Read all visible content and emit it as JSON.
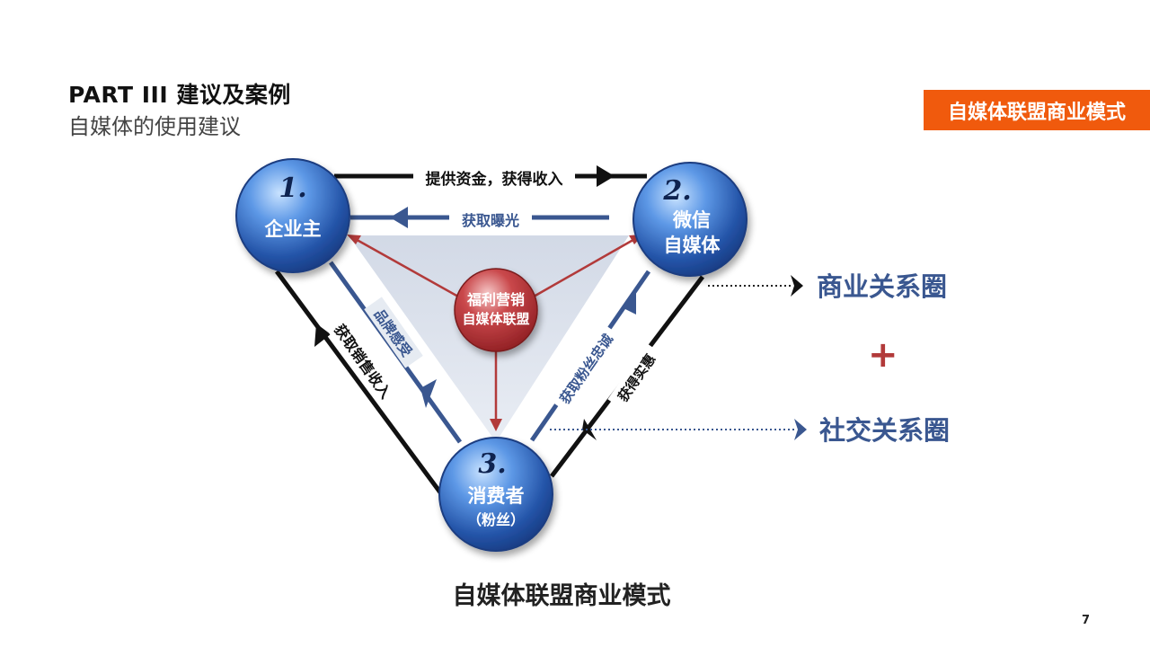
{
  "header": {
    "title": "PART III 建议及案例",
    "subtitle": "自媒体的使用建议"
  },
  "badge": {
    "label": "自媒体联盟商业模式"
  },
  "diagram": {
    "nodes": {
      "owner": {
        "num": "1.",
        "label": "企业主"
      },
      "media": {
        "num": "2.",
        "label_line1": "微信",
        "label_line2": "自媒体"
      },
      "consumer": {
        "num": "3.",
        "label_line1": "消费者",
        "label_line2": "（粉丝）"
      },
      "center": {
        "label_line1": "福利营销",
        "label_line2": "自媒体联盟"
      }
    },
    "edges": {
      "fund": "提供资金，获得收入",
      "exposure": "获取曝光",
      "sales": "获取销售收入",
      "brand": "品牌感受",
      "loyalty": "获取粉丝忠诚",
      "benefit": "获得实惠"
    },
    "circles": {
      "business": "商业关系圈",
      "plus": "+",
      "social": "社交关系圈"
    }
  },
  "caption": "自媒体联盟商业模式",
  "page_number": "7",
  "colors": {
    "accent": "#f05a0d",
    "navy": "#3a5790",
    "red": "#b23a3a"
  }
}
